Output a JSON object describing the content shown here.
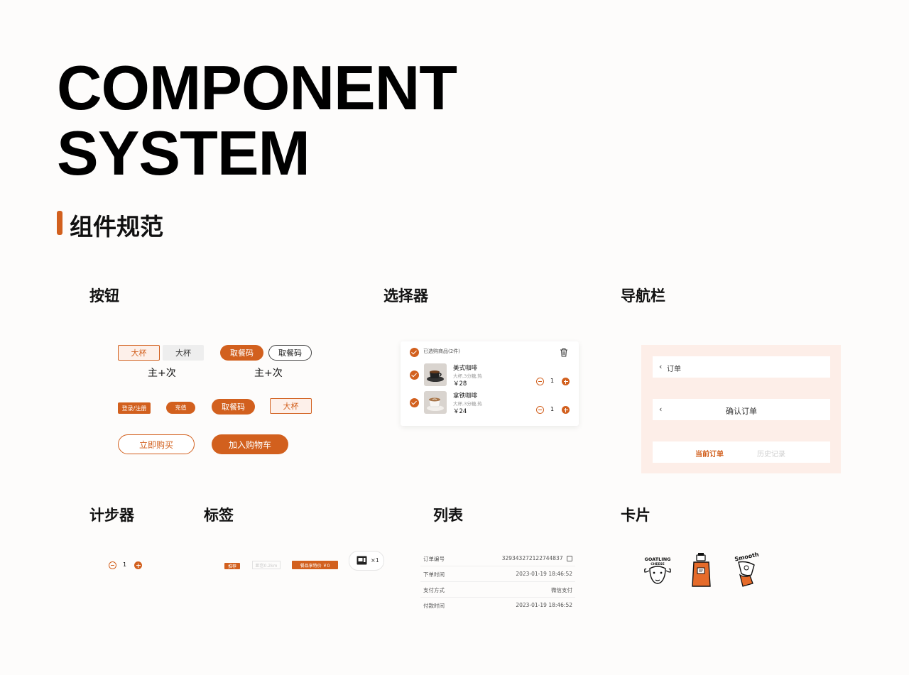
{
  "hero": {
    "line1": "COMPONENT",
    "line2": "SYSTEM",
    "subtitle": "组件规范"
  },
  "sections": {
    "buttons": "按钮",
    "selector": "选择器",
    "navbar": "导航栏",
    "stepper": "计步器",
    "tags": "标签",
    "list": "列表",
    "cards": "卡片"
  },
  "buttons": {
    "size_large_selected": "大杯",
    "size_large": "大杯",
    "caption_1": "主+次",
    "pickup_filled": "取餐码",
    "pickup_outline": "取餐码",
    "caption_2": "主+次",
    "login": "登录/注册",
    "recharge": "充值",
    "pickup_small": "取餐码",
    "size_small": "大杯",
    "buy_now": "立即购买",
    "add_cart": "加入购物车"
  },
  "selector": {
    "header": "已选购商品(2件)",
    "items": [
      {
        "name": "美式咖啡",
        "spec": "大杯,3分糖,热",
        "price": "￥28",
        "qty": "1"
      },
      {
        "name": "拿铁咖啡",
        "spec": "大杯,3分糖,热",
        "price": "￥24",
        "qty": "1"
      }
    ]
  },
  "navbar": {
    "order_title": "订单",
    "confirm_title": "确认订单",
    "tab_active": "当前订单",
    "tab_inactive": "历史记录"
  },
  "stepper": {
    "qty": "1"
  },
  "tags": {
    "recommend": "推荐",
    "distance": "距您0.2km",
    "promo": "餐品享特价 ￥0",
    "count": "×1"
  },
  "list": {
    "rows": [
      {
        "key": "订单编号",
        "value": "329343272122744837"
      },
      {
        "key": "下单时间",
        "value": "2023-01-19 18:46:52"
      },
      {
        "key": "支付方式",
        "value": "微信支付"
      },
      {
        "key": "付款时间",
        "value": "2023-01-19 18:46:52"
      }
    ]
  },
  "cards": {
    "goat_text_1": "GOATLING",
    "goat_text_2": "CHEESE",
    "smooth_text": "Smooth"
  },
  "colors": {
    "accent": "#d2601e",
    "accent_light": "#fdf0ea",
    "nav_bg": "#fdeee8",
    "page_bg": "#fdfcfb"
  }
}
